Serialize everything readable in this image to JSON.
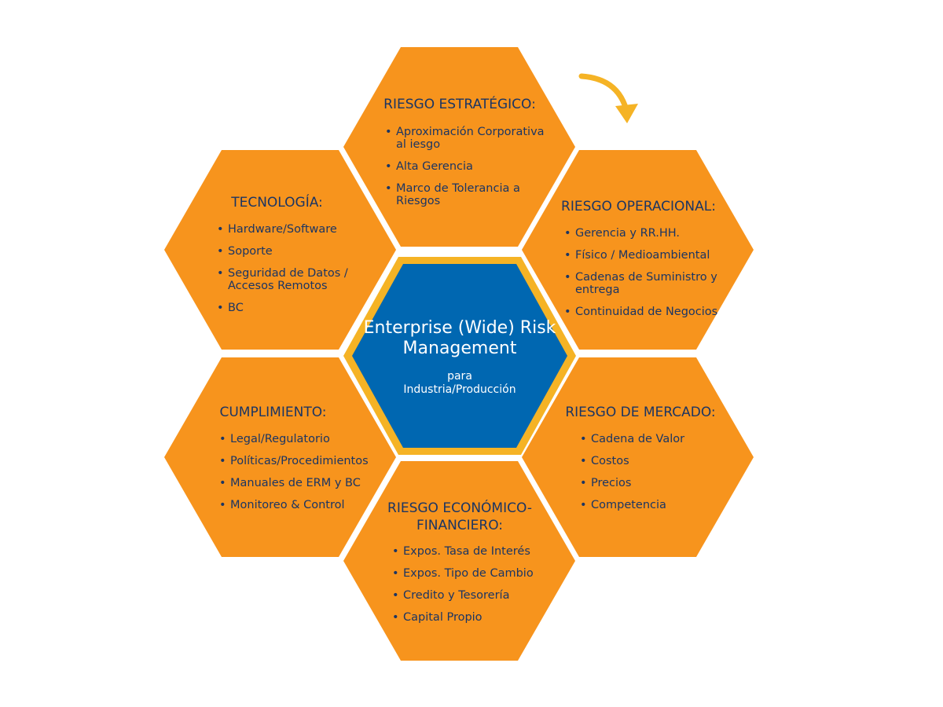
{
  "colors": {
    "hexagon_fill": "#f7941d",
    "center_fill": "#0067b1",
    "center_border": "#f5b325",
    "text_dark": "#1b3563",
    "arrow": "#f5b325"
  },
  "center": {
    "title": "Enterprise (Wide) Risk Management",
    "subtitle_line1": "para",
    "subtitle_line2": "Industria/Producción"
  },
  "hexagons": {
    "estrategico": {
      "title": "RIESGO ESTRATÉGICO:",
      "items": [
        "Aproximación Corporativa al iesgo",
        "Alta Gerencia",
        "Marco de Tolerancia a Riesgos"
      ]
    },
    "operacional": {
      "title": "RIESGO OPERACIONAL:",
      "items": [
        "Gerencia y RR.HH.",
        "Físico /  Medioambiental",
        "Cadenas de Suministro y entrega",
        "Continuidad de Negocios"
      ]
    },
    "mercado": {
      "title": "RIESGO DE MERCADO:",
      "items": [
        "Cadena de Valor",
        "Costos",
        "Precios",
        "Competencia"
      ]
    },
    "economico": {
      "title": "RIESGO ECONÓMICO-FINANCIERO:",
      "items": [
        "Expos.  Tasa de Interés",
        "Expos.  Tipo de Cambio",
        "Credito y Tesorería",
        "Capital Propio"
      ]
    },
    "cumplimiento": {
      "title": "CUMPLIMIENTO:",
      "items": [
        "Legal/Regulatorio",
        "Políticas/Procedimientos",
        "Manuales de ERM y BC",
        "Monitoreo & Control"
      ]
    },
    "tecnologia": {
      "title": "TECNOLOGÍA:",
      "items": [
        "Hardware/Software",
        "Soporte",
        "Seguridad de Datos / Accesos Remotos",
        "BC"
      ]
    }
  }
}
